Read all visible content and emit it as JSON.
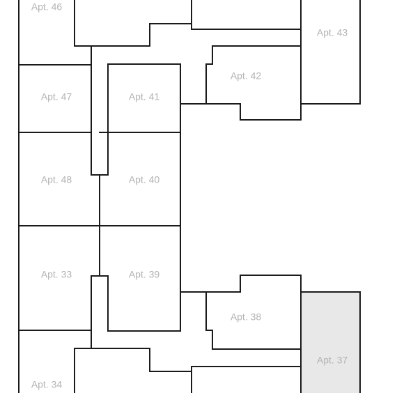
{
  "floor_plan": {
    "colors": {
      "walls": "#1a1a1a",
      "labels": "#b3b3b3",
      "selected_unit": "#e8e8e8",
      "background": "#ffffff"
    },
    "selected_unit": "apt-37",
    "units": {
      "apt_46": "Apt. 46",
      "apt_47": "Apt. 47",
      "apt_48": "Apt. 48",
      "apt_33": "Apt. 33",
      "apt_34": "Apt. 34",
      "apt_41": "Apt. 41",
      "apt_40": "Apt. 40",
      "apt_39": "Apt. 39",
      "apt_42": "Apt. 42",
      "apt_43": "Apt. 43",
      "apt_38": "Apt. 38",
      "apt_37": "Apt. 37"
    }
  }
}
